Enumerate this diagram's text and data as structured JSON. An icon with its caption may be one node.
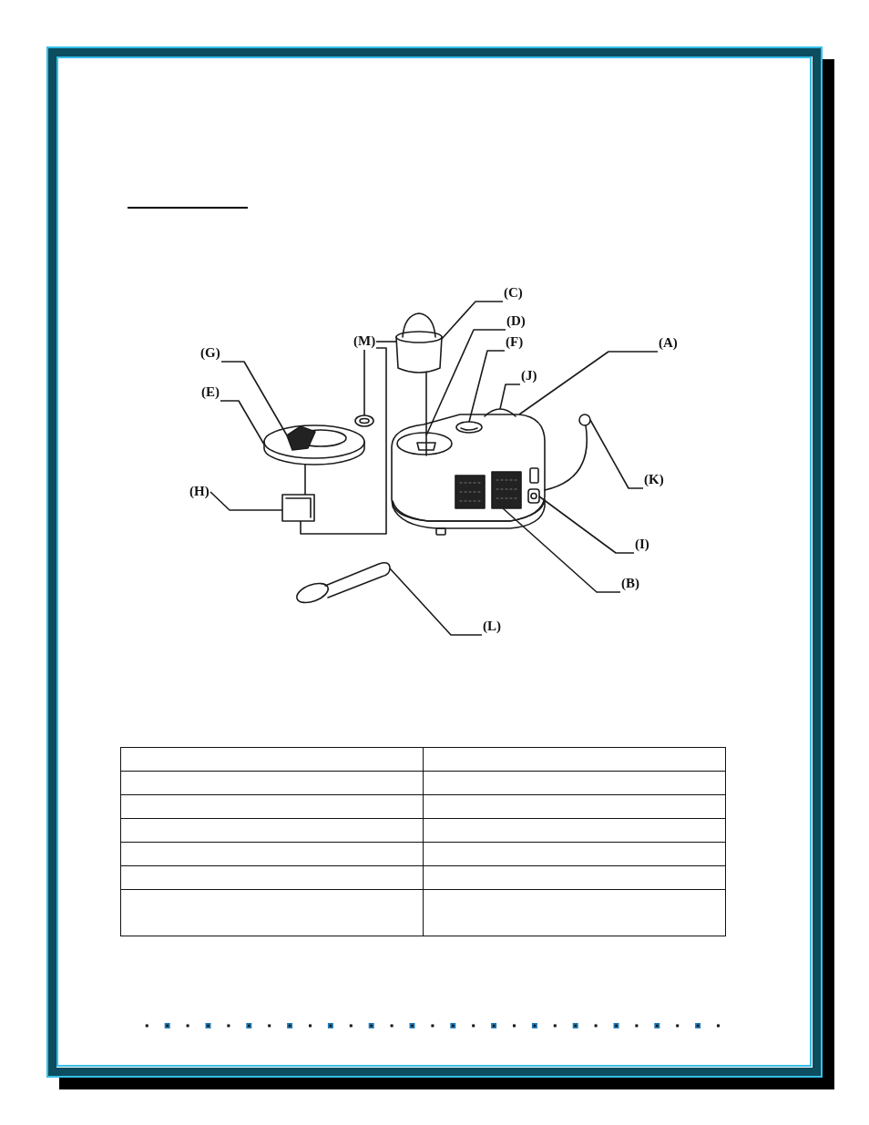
{
  "diagram": {
    "nodes": [
      {
        "text": [
          "(C)"
        ]
      },
      {
        "text": [
          "(D)"
        ]
      },
      {
        "text": [
          "(G)"
        ]
      },
      {
        "text": [
          "(M)"
        ]
      },
      {
        "text": [
          "(F)"
        ]
      },
      {
        "text": [
          "(A)"
        ]
      },
      {
        "text": [
          "(J)"
        ]
      },
      {
        "text": [
          "(E)"
        ]
      },
      {
        "text": [
          "(K)"
        ]
      },
      {
        "text": [
          "(H)"
        ]
      },
      {
        "text": [
          "(I)"
        ]
      },
      {
        "text": [
          "(B)"
        ]
      },
      {
        "text": [
          "(L)"
        ]
      },
      {
        "text": [],
        "shape": "picture"
      },
      {
        "text": [],
        "shape": "picture"
      },
      {
        "text": [],
        "shape": "picture",
        "in": 14
      },
      {
        "text": [],
        "shape": "picture"
      },
      {
        "text": [],
        "shape": "picture",
        "in": 16
      },
      {
        "text": [],
        "shape": "picture"
      },
      {
        "text": [],
        "shape": "picture",
        "in": 14
      },
      {
        "text": [],
        "shape": "picture"
      },
      {
        "text": [],
        "shape": "picture"
      },
      {
        "text": [],
        "shape": "picture"
      },
      {
        "text": [],
        "shape": "picture",
        "in": 14
      },
      {
        "text": [],
        "shape": "picture",
        "in": 14
      },
      {
        "text": [],
        "shape": "picture"
      }
    ],
    "edges": [
      {
        "from": 0,
        "to": 13,
        "arrow": "none"
      },
      {
        "from": 1,
        "to": 15,
        "arrow": "none"
      },
      {
        "from": 2,
        "to": 17,
        "arrow": "none"
      },
      {
        "from": 3,
        "to": 18,
        "arrow": "none"
      },
      {
        "from": 4,
        "to": 19,
        "arrow": "none"
      },
      {
        "from": 5,
        "to": 14,
        "arrow": "none"
      },
      {
        "from": 6,
        "to": 20,
        "arrow": "none"
      },
      {
        "from": 7,
        "to": 16,
        "arrow": "none"
      },
      {
        "from": 8,
        "to": 21,
        "arrow": "none"
      },
      {
        "from": 9,
        "to": 22,
        "arrow": "none"
      },
      {
        "from": 10,
        "to": 23,
        "arrow": "none"
      },
      {
        "from": 11,
        "to": 24,
        "arrow": "none"
      },
      {
        "from": 12,
        "to": 25,
        "arrow": "none"
      },
      {
        "from": 3,
        "to": 13,
        "arrow": "none"
      },
      {
        "from": 3,
        "to": 22,
        "arrow": "none"
      },
      {
        "from": 13,
        "to": 15,
        "arrow": "none"
      },
      {
        "from": 16,
        "to": 22,
        "arrow": "none"
      }
    ]
  }
}
